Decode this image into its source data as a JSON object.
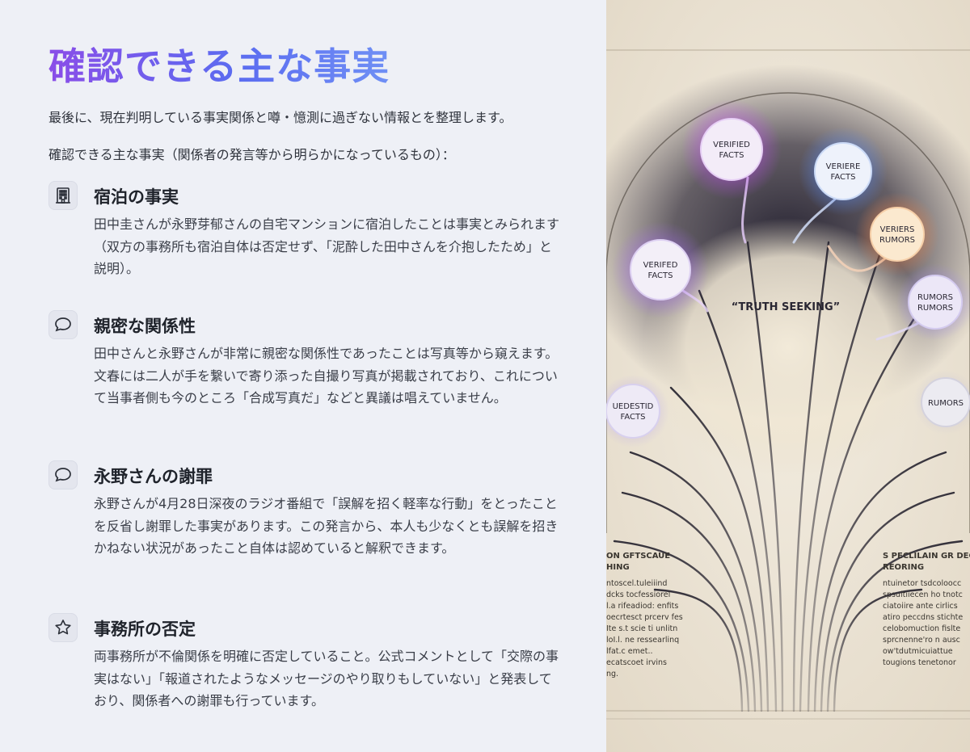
{
  "heading": "確認できる主な事実",
  "intro": {
    "line1": "最後に、現在判明している事実関係と噂・憶測に過ぎない情報とを整理します。",
    "line2": "確認できる主な事実（関係者の発言等から明らかになっているもの）："
  },
  "facts": [
    {
      "icon": "building-icon",
      "title": "宿泊の事実",
      "body": "田中圭さんが永野芽郁さんの自宅マンションに宿泊したことは事実とみられます（双方の事務所も宿泊自体は否定せず、「泥酔した田中さんを介抱したため」と説明）。"
    },
    {
      "icon": "speech-bubble-icon",
      "title": "親密な関係性",
      "body": "田中さんと永野さんが非常に親密な関係性であったことは写真等から窺えます。文春には二人が手を繋いで寄り添った自撮り写真が掲載されており、これについて当事者側も今のところ「合成写真だ」などと異議は唱えていません。"
    },
    {
      "icon": "speech-bubble-icon",
      "title": "永野さんの謝罪",
      "body": "永野さんが4月28日深夜のラジオ番組で「誤解を招く軽率な行動」をとったことを反省し謝罪した事実があります。この発言から、本人も少なくとも誤解を招きかねない状況があったこと自体は認めていると解釈できます。"
    },
    {
      "icon": "star-icon",
      "title": "事務所の否定",
      "body": "両事務所が不倫関係を明確に否定していること。公式コメントとして「交際の事実はない」「報道されたようなメッセージのやり取りもしていない」と発表しており、関係者への謝罪も行っています。"
    }
  ],
  "illustration": {
    "center_label": "“TRUTH SEEKING”",
    "nodes": [
      {
        "label1": "VERIFIED",
        "label2": "FACTS",
        "glow": "#c04ff0"
      },
      {
        "label1": "VERIERE",
        "label2": "FACTS",
        "glow": "#5c8df5"
      },
      {
        "label1": "VERIERS",
        "label2": "RUMORS",
        "glow": "#f5894a"
      },
      {
        "label1": "VERIFED",
        "label2": "FACTS",
        "glow": "#a66df2"
      },
      {
        "label1": "RUMORS",
        "label2": "RUMORS",
        "glow": "#9a87e8"
      },
      {
        "label1": "UEDESTID",
        "label2": "FACTS",
        "glow": "#b9a6ea"
      },
      {
        "label1": "RUMORS",
        "label2": "",
        "glow": "#c8c4d6"
      }
    ],
    "left_caption": {
      "heading1": "ON GFTSCAUE",
      "heading2": "HING",
      "lines": [
        "ntoscel.tuleiiind",
        "dcks tocfessiorel",
        "l.a rifeadiod: enfits",
        "oecrtesct prcerv fes",
        "Ite s.t scie ti unlitn",
        "loI.l. ne ressearlinq",
        "lfat.c emet..",
        "ecatscoet irvins",
        "ng."
      ]
    },
    "right_caption": {
      "heading1": "S PECLILAIN GR DEGL",
      "heading2": "REORING",
      "lines": [
        "ntuinetor tsdcoloocc",
        "spsuitiiecen ho tnotc",
        "ciatoiire ante cirlics",
        "atiro peccdns stichte",
        "celobomuction fislte",
        "sprcnenne'ro n ausc",
        "ow'tdutmicuiattue",
        "tougions tenetonor"
      ]
    }
  }
}
